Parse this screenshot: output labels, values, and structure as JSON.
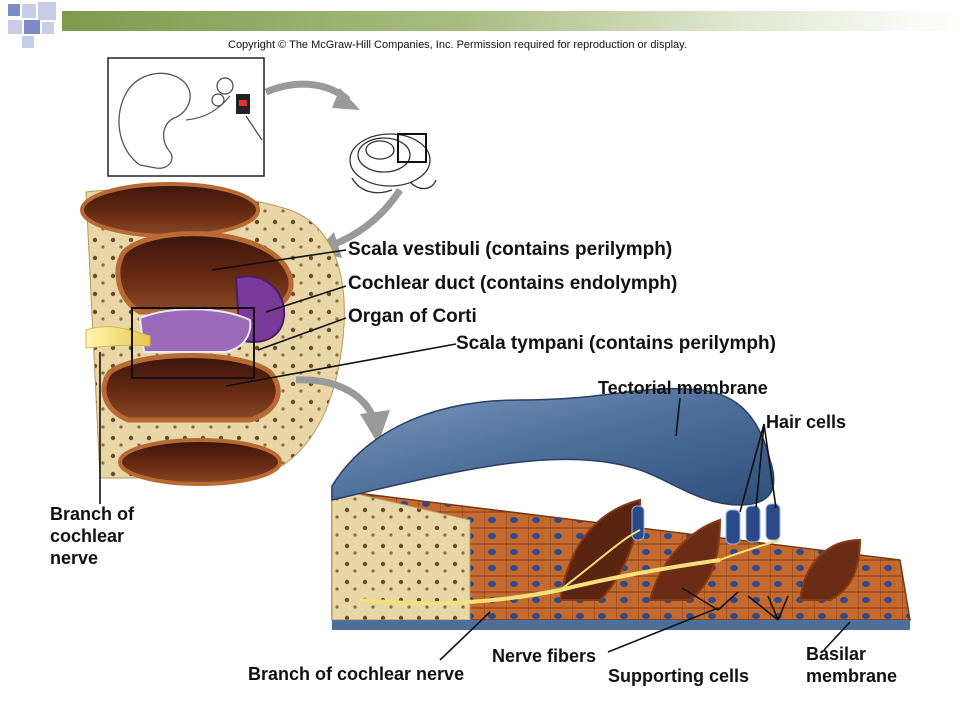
{
  "copyright": "Copyright © The McGraw-Hill Companies, Inc. Permission required for reproduction or display.",
  "labels": {
    "scala_vestibuli": "Scala vestibuli (contains perilymph)",
    "cochlear_duct": "Cochlear duct (contains endolymph)",
    "organ_of_corti": "Organ of Corti",
    "scala_tympani": "Scala tympani (contains perilymph)",
    "tectorial_membrane": "Tectorial membrane",
    "hair_cells": "Hair cells",
    "branch_of_cochlear_nerve_left_1": "Branch of",
    "branch_of_cochlear_nerve_left_2": "cochlear",
    "branch_of_cochlear_nerve_left_3": "nerve",
    "branch_of_cochlear_nerve_bottom": "Branch of cochlear nerve",
    "nerve_fibers": "Nerve fibers",
    "supporting_cells": "Supporting cells",
    "basilar_membrane_1": "Basilar",
    "basilar_membrane_2": "membrane"
  },
  "colors": {
    "slide_green": "#7f9a4e",
    "square_blue": "#7e89c8",
    "square_light": "#c7cce9",
    "bone": "#e8d6a6",
    "chamber": "#5a2410",
    "membrane_blue": "#4d6f9a",
    "tissue_orange": "#c46a2e",
    "cell_blue": "#2a4a8a",
    "duct_purple": "#7a3a9a",
    "nerve_yellow": "#f4e07a"
  }
}
